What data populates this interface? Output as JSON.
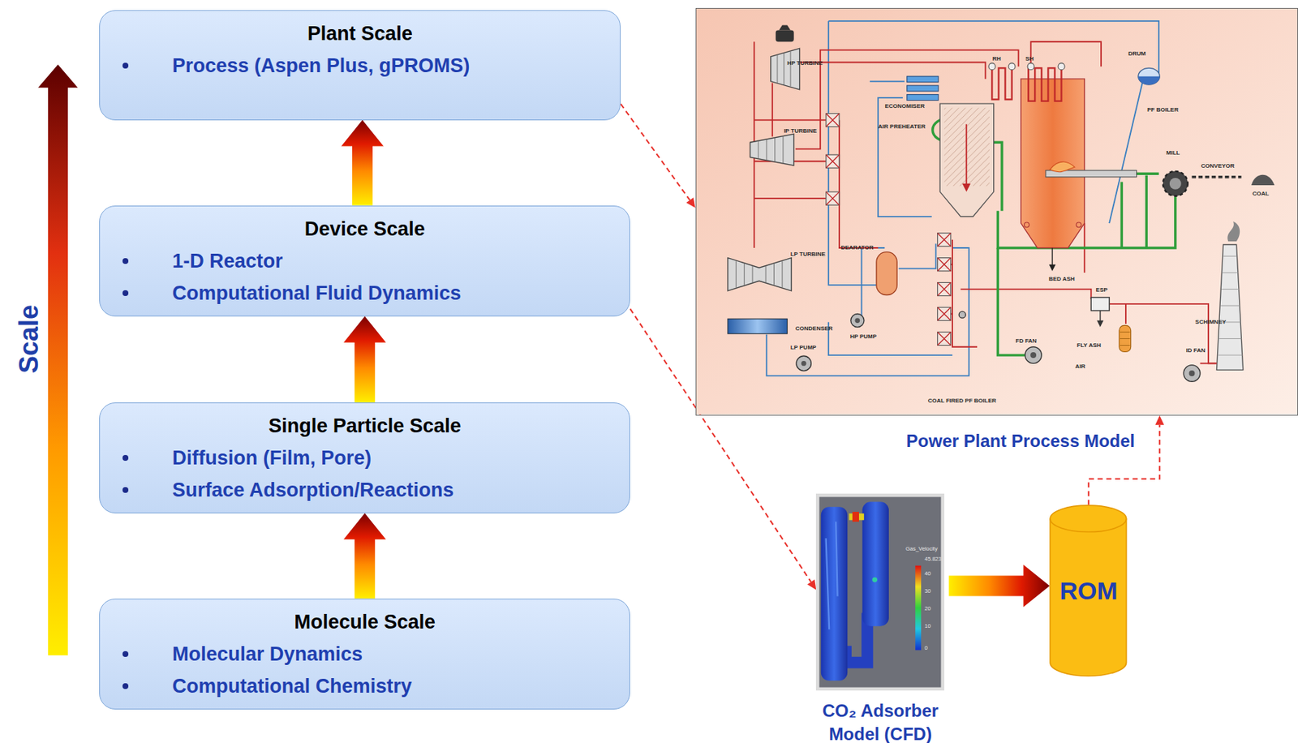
{
  "diagram": {
    "nodes": [
      {
        "text": [
          "Plant Scale",
          "Process (Aspen Plus, gPROMS)"
        ]
      },
      {
        "text": [
          "Device Scale",
          "1-D Reactor",
          "Computational Fluid Dynamics"
        ]
      },
      {
        "text": [
          "Single Particle Scale",
          "Diffusion (Film, Pore)",
          "Surface Adsorption/Reactions"
        ]
      },
      {
        "text": [
          "Molecule Scale",
          "Molecular Dynamics",
          "Computational Chemistry"
        ]
      },
      {
        "text": [
          "Power Plant Process Model"
        ]
      },
      {
        "text": [
          "CO₂ Adsorber Model (CFD)"
        ]
      },
      {
        "text": [
          "ROM"
        ]
      }
    ],
    "edges": [
      {
        "from": 3,
        "to": 2,
        "arrow": "to"
      },
      {
        "from": 2,
        "to": 1,
        "arrow": "to"
      },
      {
        "from": 1,
        "to": 0,
        "arrow": "to"
      },
      {
        "from": 0,
        "to": 4,
        "arrow": "to"
      },
      {
        "from": 1,
        "to": 5,
        "arrow": "to"
      },
      {
        "from": 5,
        "to": 6,
        "arrow": "to"
      },
      {
        "from": 6,
        "to": 4,
        "arrow": "to"
      }
    ],
    "labels": [
      "Scale",
      "HP TURBINE",
      "RH",
      "SH",
      "DRUM",
      "ECONOMISER",
      "AIR PREHEATER",
      "PF BOILER",
      "IP TURBINE",
      "MILL",
      "CONVEYOR",
      "COAL",
      "LP TURBINE",
      "DEARATOR",
      "BED ASH",
      "ESP",
      "SCHIMNEY",
      "CONDENSER",
      "HP PUMP",
      "LP PUMP",
      "FD FAN",
      "FLY ASH",
      "AIR",
      "ID FAN",
      "COAL FIRED PF BOILER",
      "Gas_Velocity",
      "45.823",
      "40",
      "30",
      "20",
      "10",
      "0"
    ]
  }
}
